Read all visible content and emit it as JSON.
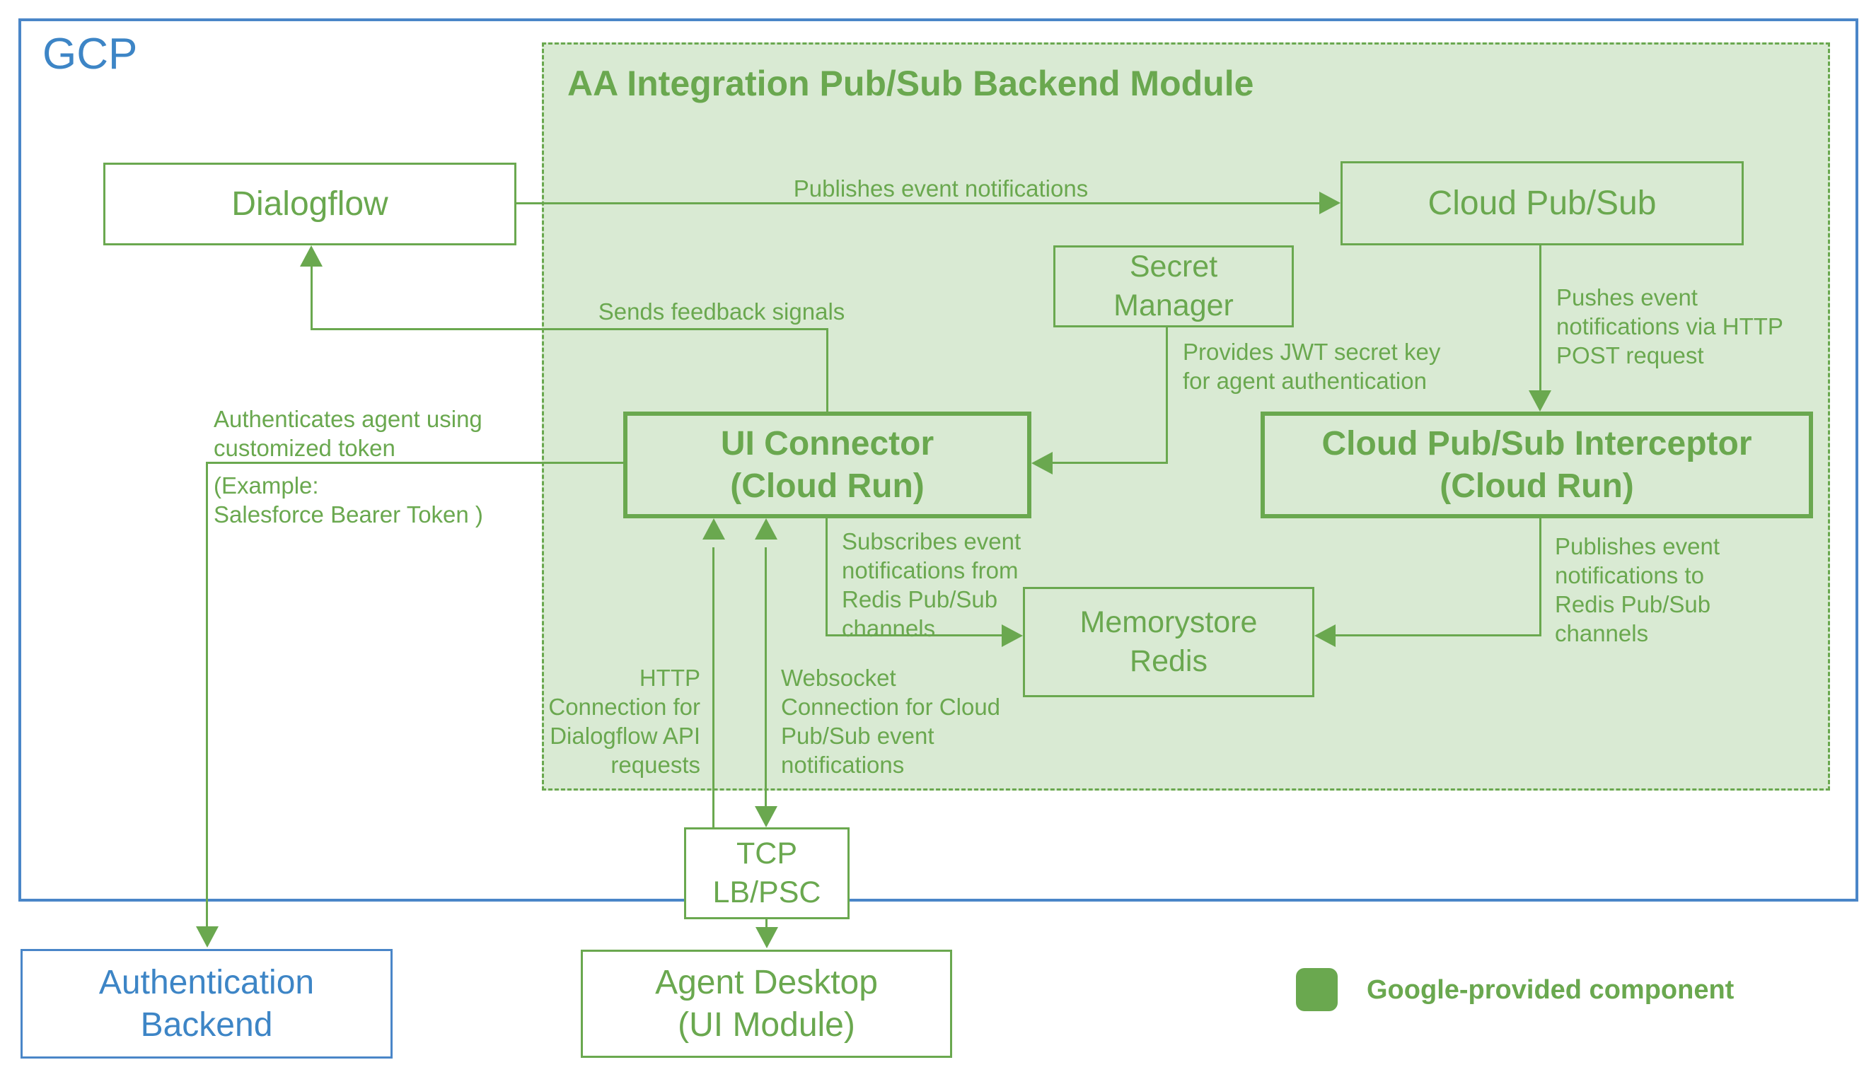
{
  "colors": {
    "green": "#6aa84f",
    "light_green_fill": "#d9ead3",
    "blue_text": "#3d85c6",
    "blue_border": "#4a86c8",
    "background": "#ffffff"
  },
  "outer": {
    "label": "GCP"
  },
  "module": {
    "title": "AA Integration Pub/Sub Backend Module"
  },
  "nodes": {
    "dialogflow": {
      "label": "Dialogflow"
    },
    "cloud_pubsub": {
      "label": "Cloud Pub/Sub"
    },
    "secret_manager": {
      "label": "Secret\nManager"
    },
    "ui_connector": {
      "label": "UI Connector\n(Cloud Run)"
    },
    "interceptor": {
      "label": "Cloud Pub/Sub Interceptor\n(Cloud Run)"
    },
    "memorystore": {
      "label": "Memorystore\nRedis"
    },
    "tcp_lb": {
      "label": "TCP\nLB/PSC"
    },
    "agent_desktop": {
      "label": "Agent Desktop\n(UI Module)"
    },
    "auth_backend": {
      "label": "Authentication\nBackend"
    }
  },
  "edges": {
    "publishes_event": "Publishes event notifications",
    "sends_feedback": "Sends feedback signals",
    "pushes_event": "Pushes event\nnotifications via HTTP\nPOST request",
    "provides_jwt": "Provides JWT secret key\nfor agent authentication",
    "authenticates_top": "Authenticates agent using\ncustomized token",
    "authenticates_bottom": "(Example:\nSalesforce Bearer Token )",
    "subscribes": "Subscribes event\nnotifications from\nRedis Pub/Sub\nchannels",
    "publishes_redis": "Publishes event\nnotifications to\nRedis Pub/Sub\nchannels",
    "http_connection": "HTTP\nConnection for\nDialogflow API\nrequests",
    "websocket_connection": "Websocket\nConnection for Cloud\nPub/Sub event\nnotifications"
  },
  "legend": {
    "label": "Google-provided component"
  }
}
